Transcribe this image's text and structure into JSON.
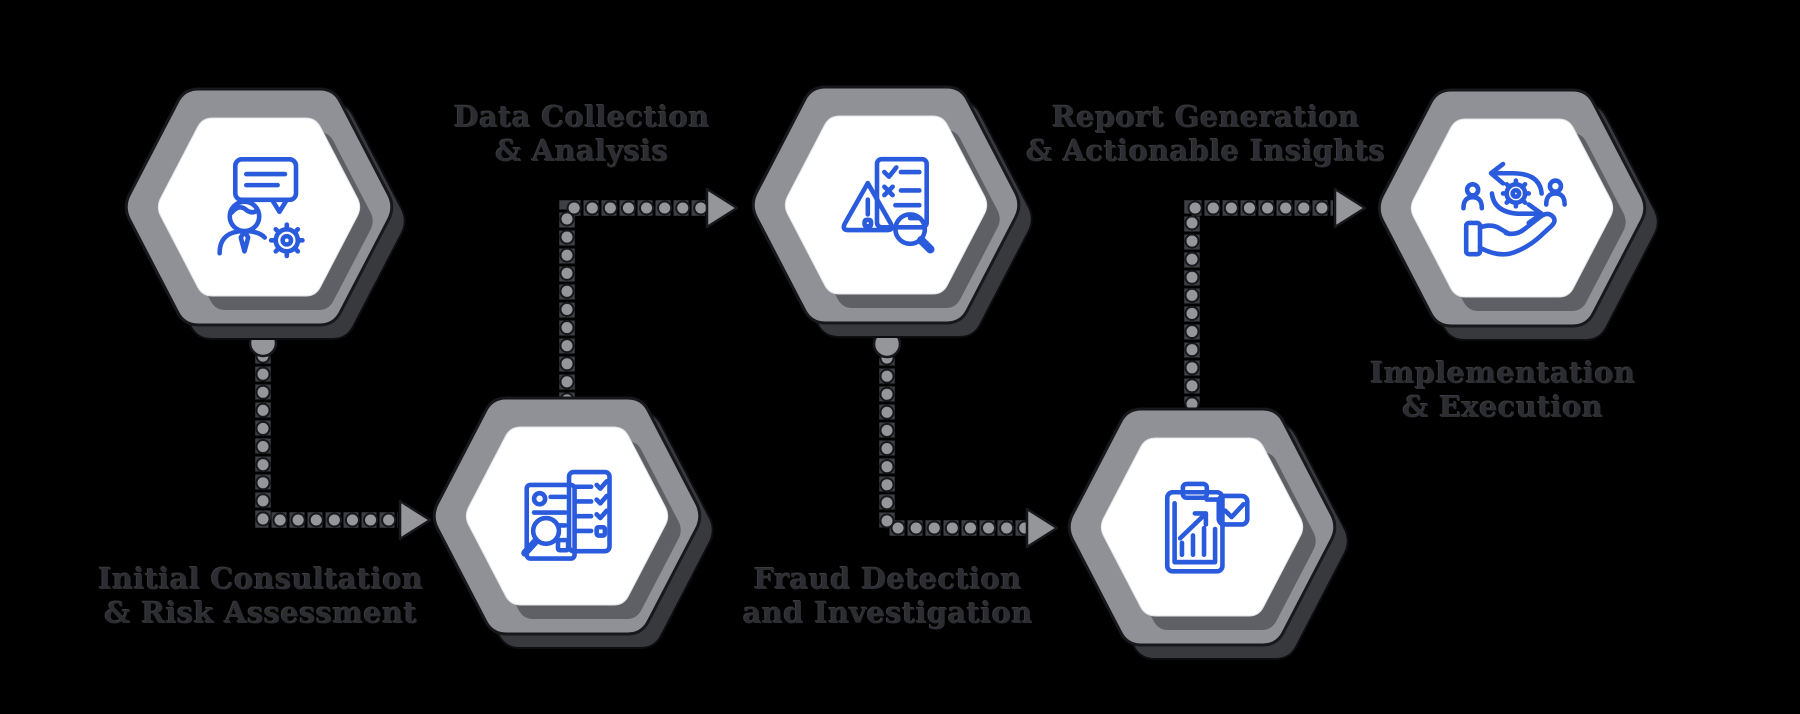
{
  "diagram": {
    "title": "Process flow infographic",
    "colors": {
      "background": "#000000",
      "hexagon_gray": "#8f9196",
      "hexagon_drop_shadow": "#38393d",
      "hexagon_inner_shadow": "#5e6066",
      "hexagon_face": "#ffffff",
      "outline_dark": "#17181b",
      "connector_dot_gray": "#95969a",
      "connector_band_gray": "#3e3f44",
      "icon_blue": "#2a5bdd",
      "label_text": "#2c2d32"
    },
    "steps": [
      {
        "order": 1,
        "label_line1": "Initial Consultation",
        "label_line2": "& Risk Assessment",
        "icon": "consultation-person-chat-gear-icon",
        "label_position": "below-hexagon"
      },
      {
        "order": 2,
        "label_line1": "Data Collection",
        "label_line2": "& Analysis",
        "icon": "documents-checklist-magnifier-icon",
        "label_position": "above-hexagon"
      },
      {
        "order": 3,
        "label_line1": "Fraud Detection",
        "label_line2": "and Investigation",
        "icon": "warning-checklist-magnifier-icon",
        "label_position": "below-hexagon"
      },
      {
        "order": 4,
        "label_line1": "Report Generation",
        "label_line2": "& Actionable Insights",
        "icon": "clipboard-chart-check-icon",
        "label_position": "above-hexagon"
      },
      {
        "order": 5,
        "label_line1": "Implementation",
        "label_line2": "& Execution",
        "icon": "hand-cycle-gear-people-icon",
        "label_position": "below-hexagon"
      }
    ],
    "connectors": [
      {
        "from_step": 1,
        "to_step": 2,
        "style": "dotted-gray",
        "start_marker": "circle",
        "end_marker": "arrow-right"
      },
      {
        "from_step": 2,
        "to_step": 3,
        "style": "dotted-gray",
        "start_marker": "none",
        "end_marker": "arrow-right"
      },
      {
        "from_step": 3,
        "to_step": 4,
        "style": "dotted-gray",
        "start_marker": "circle",
        "end_marker": "arrow-right"
      },
      {
        "from_step": 4,
        "to_step": 5,
        "style": "dotted-gray",
        "start_marker": "none",
        "end_marker": "arrow-right"
      }
    ]
  }
}
